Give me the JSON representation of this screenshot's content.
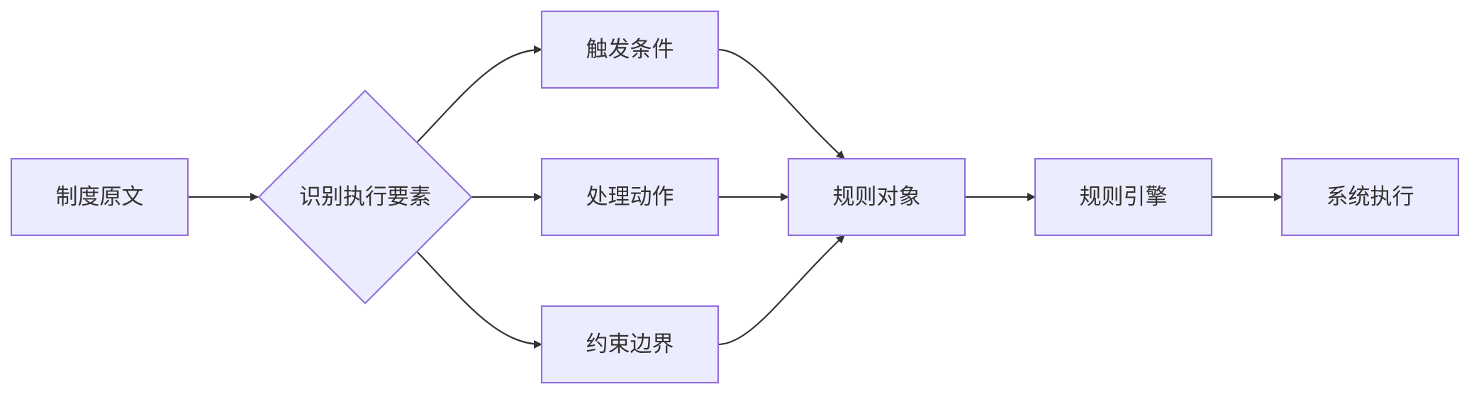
{
  "diagram": {
    "nodes": {
      "source_text": "制度原文",
      "identify_elements": "识别执行要素",
      "trigger_condition": "触发条件",
      "processing_action": "处理动作",
      "constraint_boundary": "约束边界",
      "rule_object": "规则对象",
      "rule_engine": "规则引擎",
      "system_execution": "系统执行"
    },
    "colors": {
      "node_fill": "#ECECFF",
      "node_stroke": "#9370DB",
      "edge": "#333333",
      "text": "#333333"
    }
  }
}
